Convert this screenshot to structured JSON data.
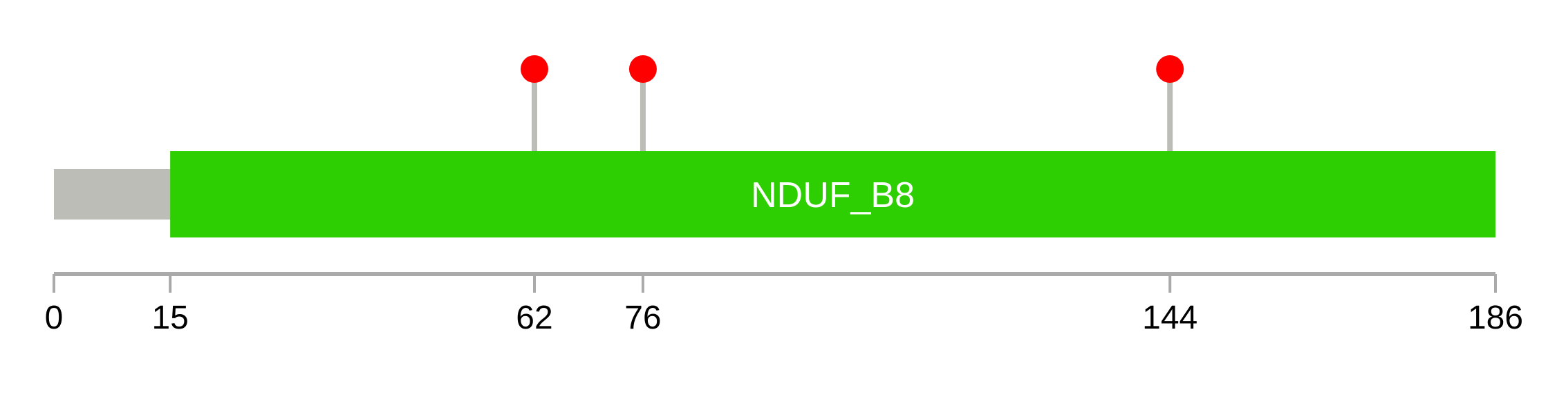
{
  "chart_data": {
    "type": "lollipop",
    "protein_length": 186,
    "xlim": [
      0,
      186
    ],
    "backbone": {
      "start": 0,
      "end": 186,
      "color": "#bbbdb6"
    },
    "domains": [
      {
        "name": "NDUF_B8",
        "start": 15,
        "end": 186,
        "color": "#2ecf02",
        "label_color": "#ffffff"
      }
    ],
    "mutations": [
      {
        "position": 62,
        "color": "#ff0000"
      },
      {
        "position": 76,
        "color": "#ff0000"
      },
      {
        "position": 144,
        "color": "#ff0000"
      }
    ],
    "ticks": [
      {
        "value": 0,
        "label": "0"
      },
      {
        "value": 15,
        "label": "15"
      },
      {
        "value": 62,
        "label": "62"
      },
      {
        "value": 76,
        "label": "76"
      },
      {
        "value": 144,
        "label": "144"
      },
      {
        "value": 186,
        "label": "186"
      }
    ],
    "axis_color": "#aaaaaa",
    "stem_color": "#bbbdb6"
  }
}
